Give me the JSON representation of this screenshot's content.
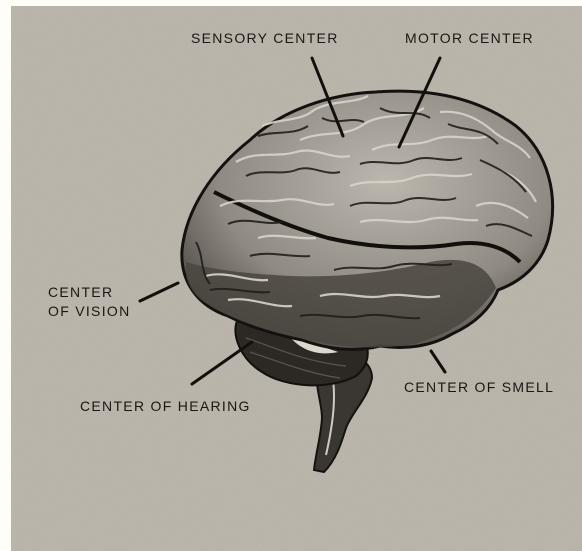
{
  "labels": {
    "sensory": "SENSORY CENTER",
    "motor": "MOTOR CENTER",
    "vision_line1": "CENTER",
    "vision_line2": "OF VISION",
    "hearing": "CENTER OF HEARING",
    "smell": "CENTER OF SMELL"
  },
  "colors": {
    "paper": "#bdb8ae",
    "ink": "#1a1714",
    "brain_fill": "#8f8a82"
  }
}
